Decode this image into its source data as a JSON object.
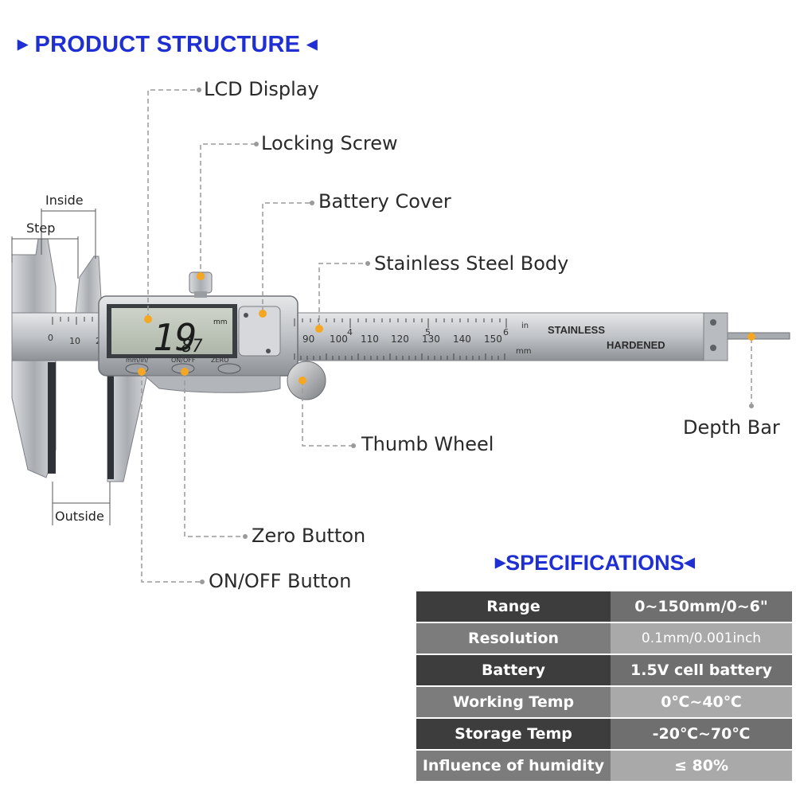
{
  "headings": {
    "structure": "PRODUCT STRUCTURE",
    "specifications": "SPECIFICATIONS",
    "left_marker": "▶",
    "right_marker": "◀"
  },
  "callouts": {
    "lcd_display": "LCD Display",
    "locking_screw": "Locking Screw",
    "battery_cover": "Battery Cover",
    "stainless_body": "Stainless Steel Body",
    "thumb_wheel": "Thumb Wheel",
    "zero_button": "Zero Button",
    "onoff_button": "ON/OFF Button",
    "depth_bar": "Depth Bar",
    "inside": "Inside",
    "step": "Step",
    "outside": "Outside"
  },
  "device": {
    "lcd_reading_main": "19",
    "lcd_reading_decimal": "87",
    "lcd_unit": "mm",
    "button_mm_in": "mm/in/",
    "button_on_off": "ON/OFF",
    "button_zero": "ZERO",
    "scale_text_1": "STAINLESS",
    "scale_text_2": "HARDENED",
    "scale_unit_in": "in",
    "scale_unit_mm": "mm",
    "scale_mm_labels": [
      "90",
      "100",
      "110",
      "120",
      "130",
      "140",
      "150"
    ],
    "scale_in_labels": [
      "4",
      "5",
      "6"
    ],
    "jaw_scale_labels": [
      "0",
      "10",
      "2"
    ]
  },
  "specifications": [
    {
      "key": "Range",
      "value": "0~150mm/0~6\""
    },
    {
      "key": "Resolution",
      "value": "0.1mm/0.001inch"
    },
    {
      "key": "Battery",
      "value": "1.5V cell battery"
    },
    {
      "key": "Working Temp",
      "value": "0℃~40℃"
    },
    {
      "key": "Storage Temp",
      "value": "-20℃~70℃"
    },
    {
      "key": "Influence of humidity",
      "value": "≤ 80%"
    }
  ],
  "colors": {
    "heading_blue": "#1f2fd1",
    "marker_orange": "#f5a623",
    "steel": "#c9cbce"
  }
}
